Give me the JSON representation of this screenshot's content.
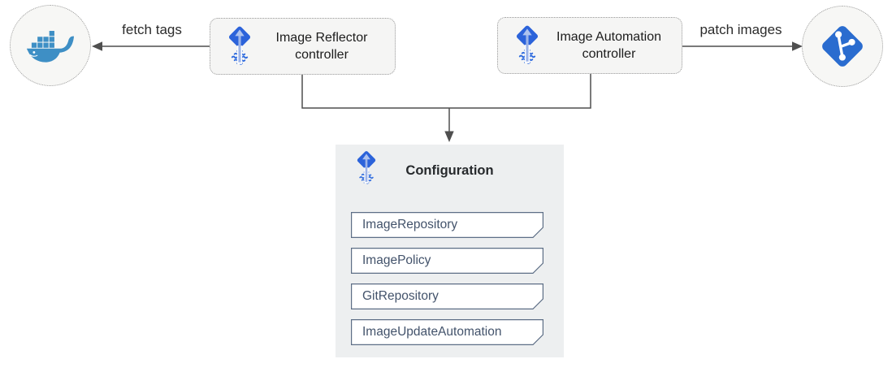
{
  "edges": {
    "fetch_tags_label": "fetch tags",
    "patch_images_label": "patch images"
  },
  "nodes": {
    "reflector_label": "Image Reflector controller",
    "automation_label": "Image Automation controller",
    "registry_icon": "docker-whale-icon",
    "git_icon": "git-branch-icon",
    "controller_icon": "flux-icon"
  },
  "configuration": {
    "title": "Configuration",
    "icon": "flux-icon",
    "items": [
      "ImageRepository",
      "ImagePolicy",
      "GitRepository",
      "ImageUpdateAutomation"
    ]
  },
  "colors": {
    "flux_blue": "#2c63da",
    "flux_arrow_light_blue": "#9db4e8",
    "docker_blue": "#3e8fc5",
    "git_blue": "#2a6ccf",
    "panel_bg": "#edeff0",
    "node_bg": "#f7f7f5",
    "item_border": "#5d6e86",
    "item_text": "#43536b",
    "connector_line": "#4f4f4f",
    "label_text": "#2b2b2b"
  }
}
